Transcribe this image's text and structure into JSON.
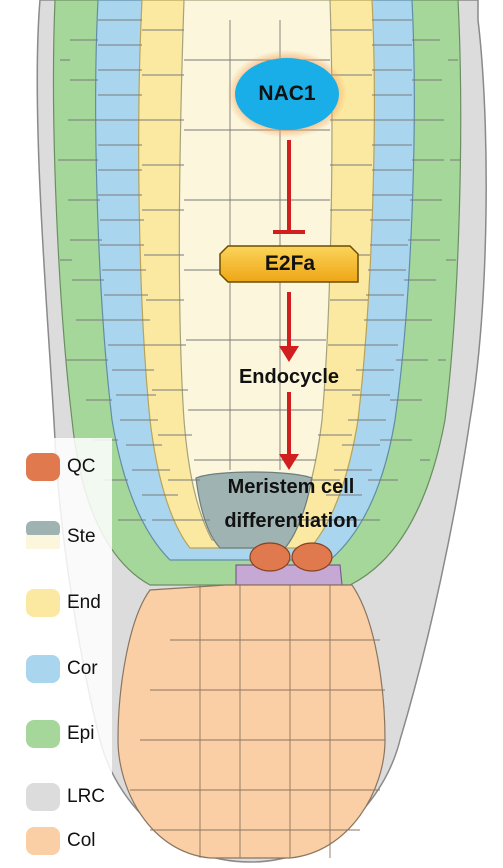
{
  "nodes": {
    "nac1": "NAC1",
    "e2fa": "E2Fa",
    "endocycle": "Endocycle",
    "meristem_line1": "Meristem cell",
    "meristem_line2": "differentiation"
  },
  "legend": [
    {
      "label": "QC",
      "color": "#e07a4e"
    },
    {
      "label": "Ste",
      "color": "#9fb3b2",
      "color2": "#fbf6dc"
    },
    {
      "label": "End",
      "color": "#fbe9a2"
    },
    {
      "label": "Cor",
      "color": "#a9d6ee"
    },
    {
      "label": "Epi",
      "color": "#a6d79a"
    },
    {
      "label": "LRC",
      "color": "#dcdcdc"
    },
    {
      "label": "Col",
      "color": "#fbcfa6"
    }
  ],
  "colors": {
    "nac1": "#19aee8",
    "nac1_glow": "#f4a05a",
    "e2fa": "#f2b51d",
    "arrow": "#d11e1e",
    "purple_layer": "#c5a8d4"
  }
}
